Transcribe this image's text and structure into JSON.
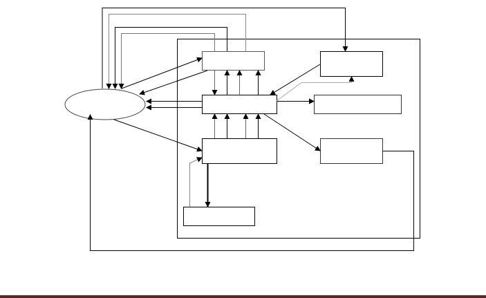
{
  "diagram": {
    "colors": {
      "line": "#000000",
      "gray_line": "#808080",
      "footer_rule": "#622423"
    },
    "nodes": [
      "ellipse",
      "box-a",
      "box-b",
      "box-c",
      "box-d",
      "box-e",
      "box-f",
      "box-g"
    ]
  }
}
